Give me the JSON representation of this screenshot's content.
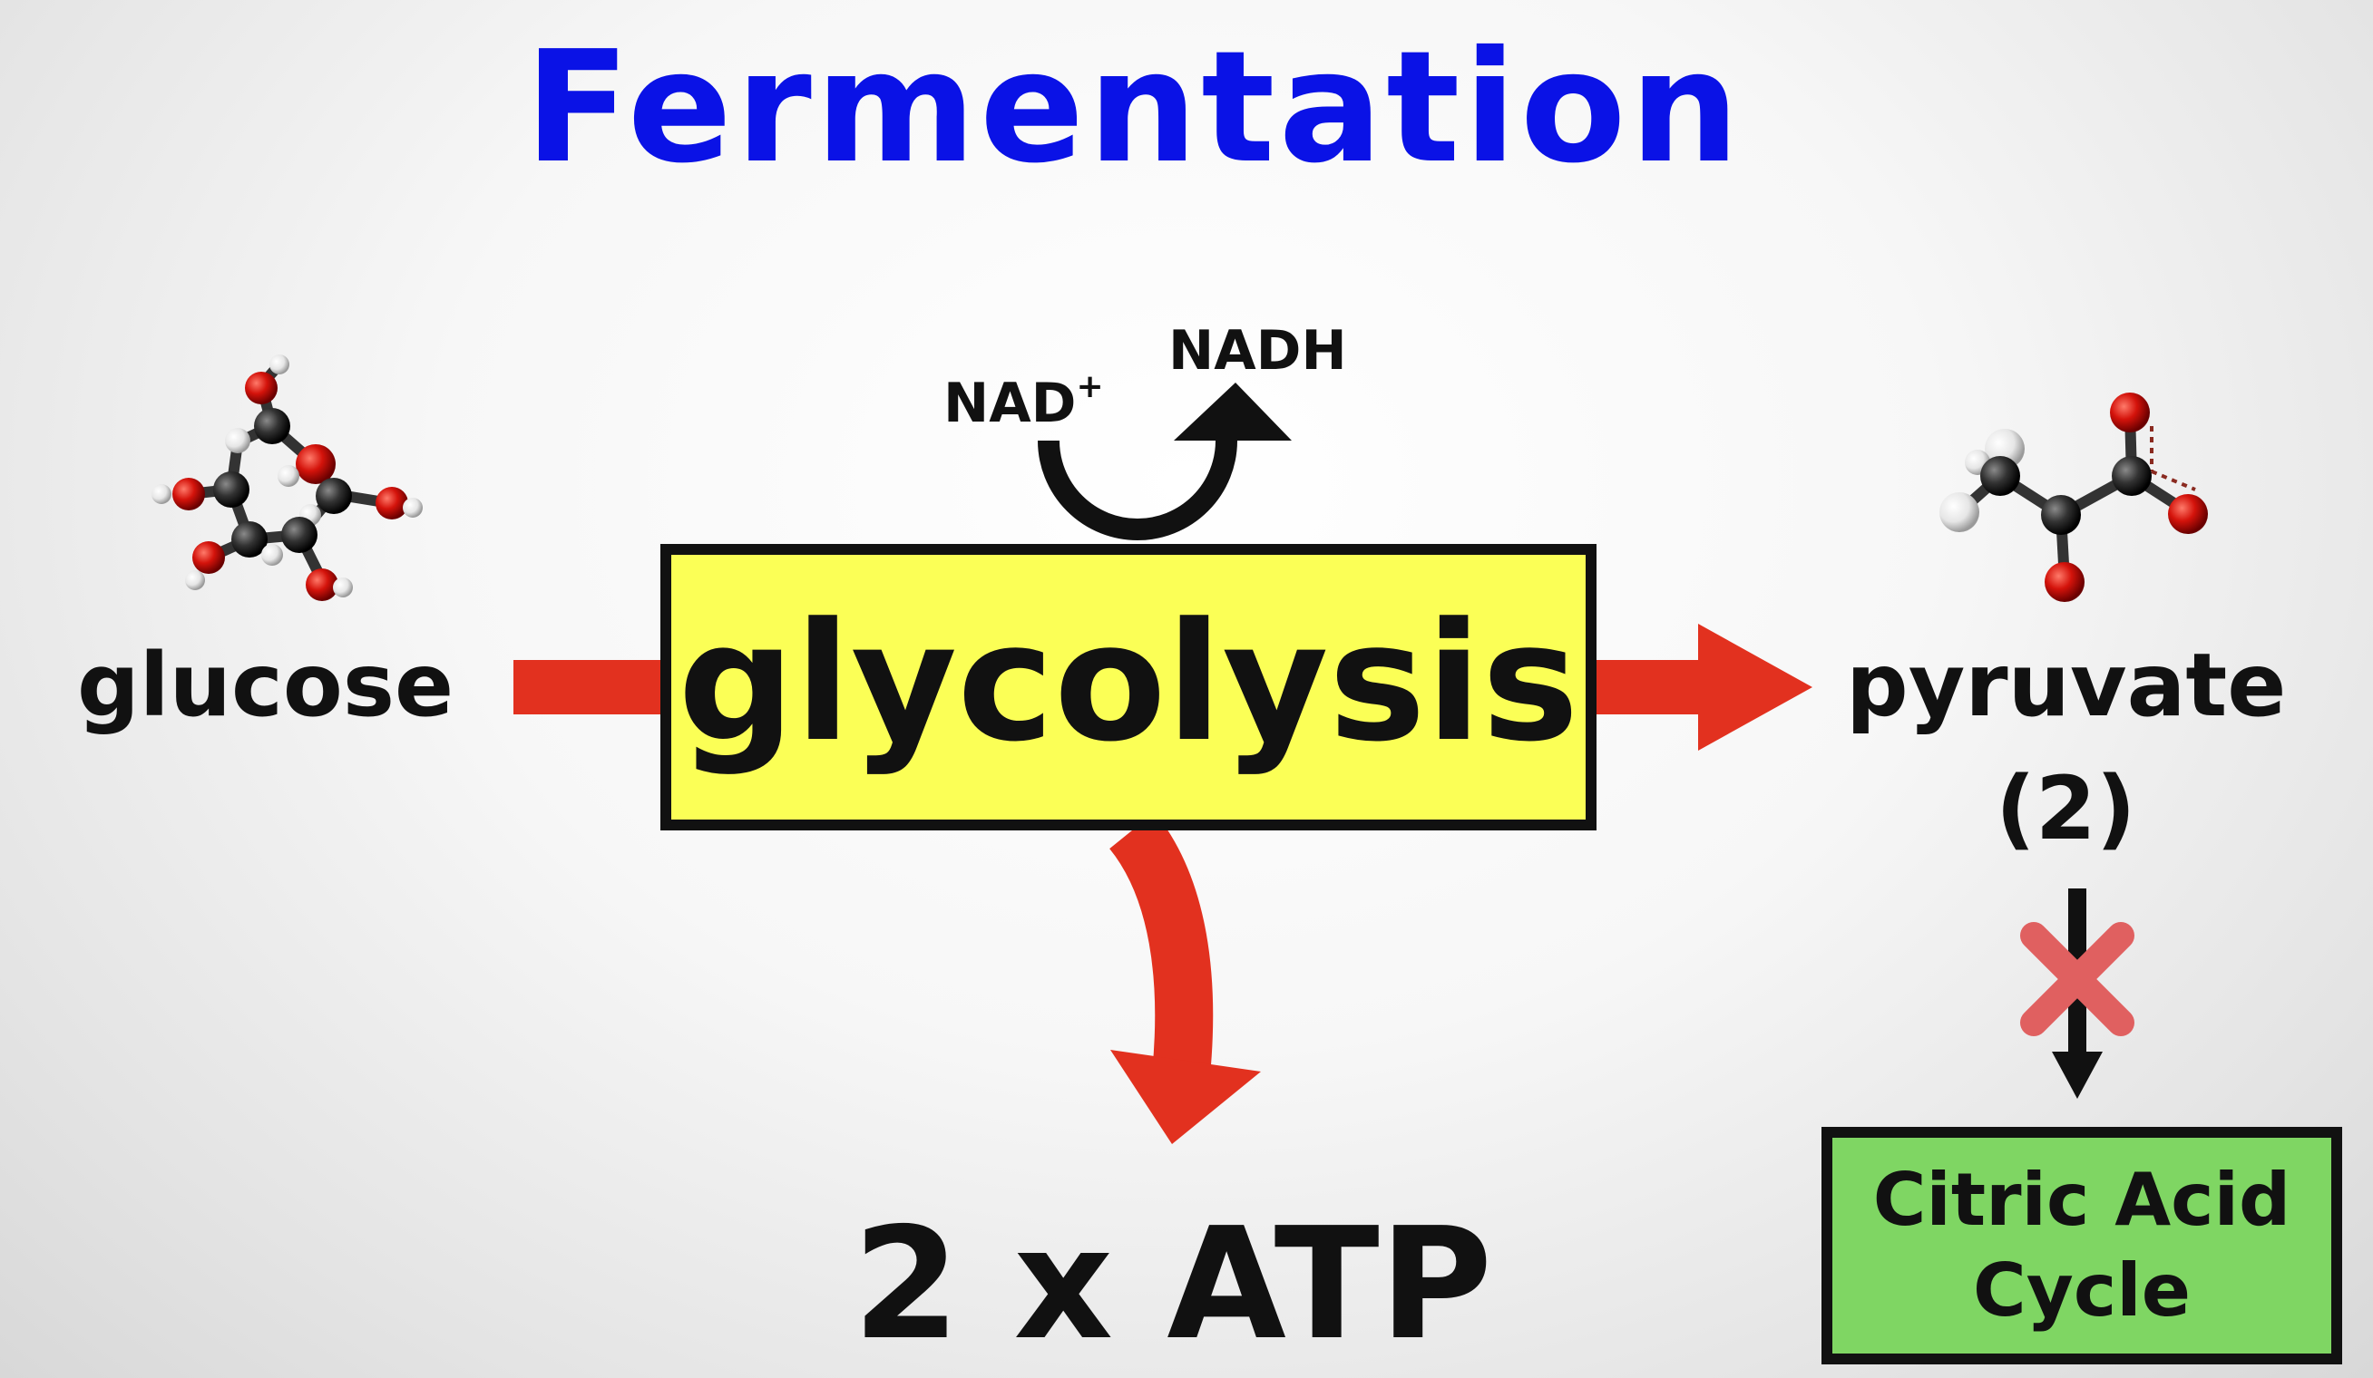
{
  "title": "Fermentation",
  "input": "glucose",
  "process": "glycolysis",
  "cofactor_in": {
    "base": "NAD",
    "charge": "+"
  },
  "cofactor_out": "NADH",
  "product": "pyruvate",
  "product_count": "(2)",
  "energy_yield": "2 x ATP",
  "blocked_pathway": {
    "line1": "Citric Acid",
    "line2": "Cycle"
  },
  "colors": {
    "title": "#0a12e6",
    "process_box": "#fbff56",
    "blocked_box": "#7fd663",
    "arrow_red": "#e2311f",
    "block_x": "#e06060"
  },
  "icons": [
    "glucose-molecule-icon",
    "pyruvate-molecule-icon",
    "blocked-x-icon"
  ]
}
